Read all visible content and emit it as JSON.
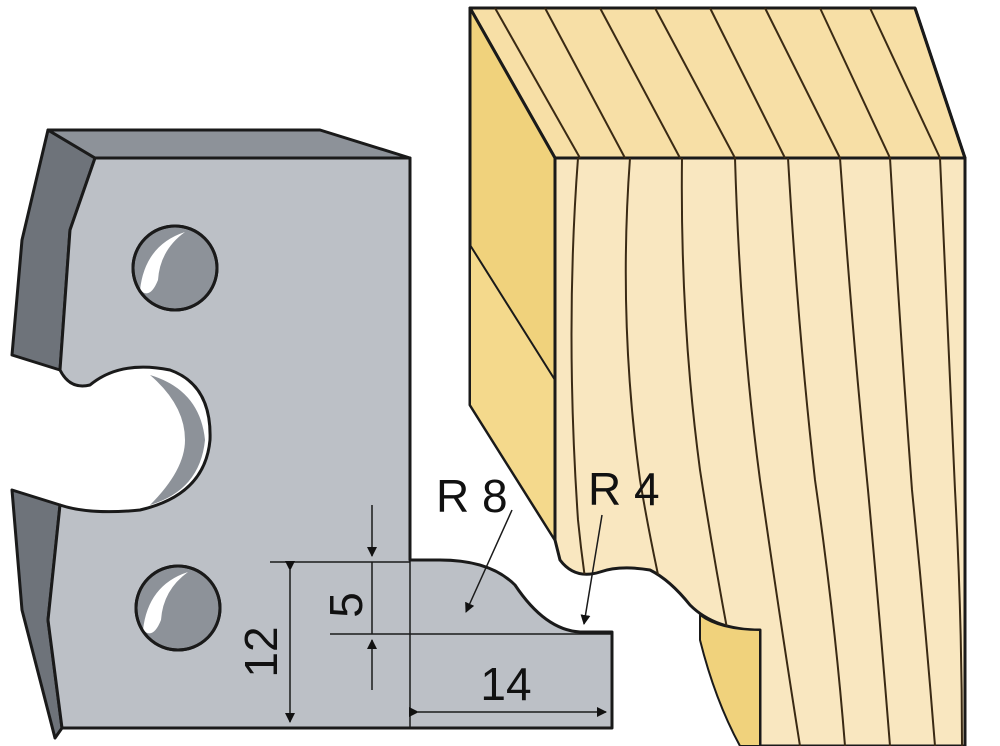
{
  "labels": {
    "radius_large": "R 8",
    "radius_small": "R 4",
    "dim_step_height": "5",
    "dim_total_height": "12",
    "dim_width": "14"
  },
  "colors": {
    "steel_face": "#bcc0c6",
    "steel_edge": "#6e737a",
    "wood_face": "#f9e7c0",
    "wood_top": "#f7dfa6",
    "wood_side": "#f0d27c",
    "grain": "#3a2a14",
    "ink": "#111111"
  }
}
